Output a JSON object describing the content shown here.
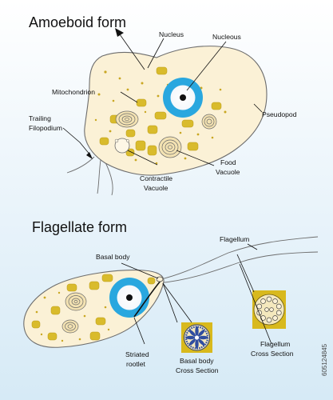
{
  "amoeboid": {
    "title": "Amoeboid form",
    "labels": {
      "nucleus": "Nucleus",
      "nucleous": "Nucleous",
      "mitochondrion": "Mitochondrion",
      "trailing_1": "Trailing",
      "trailing_2": "Filopodium",
      "pseudopod": "Pseudopod",
      "food_1": "Food",
      "food_2": "Vacuole",
      "contractile_1": "Contractile",
      "contractile_2": "Vacuole"
    }
  },
  "flagellate": {
    "title": "Flagellate form",
    "labels": {
      "basal_body": "Basal body",
      "flagellum": "Flagellum",
      "striated_1": "Striated",
      "striated_2": "rootlet",
      "basal_cs_1": "Basal body",
      "basal_cs_2": "Cross Section",
      "flagellum_cs_1": "Flagellum",
      "flagellum_cs_2": "Cross Section"
    }
  },
  "colors": {
    "nucleus_ring": "#29a7df",
    "cytoplasm": "#fbf1d6",
    "mitochondria": "#d9bb2c",
    "cross_section_bg": "#d8b91d"
  },
  "watermark": {
    "id": "605124845"
  }
}
